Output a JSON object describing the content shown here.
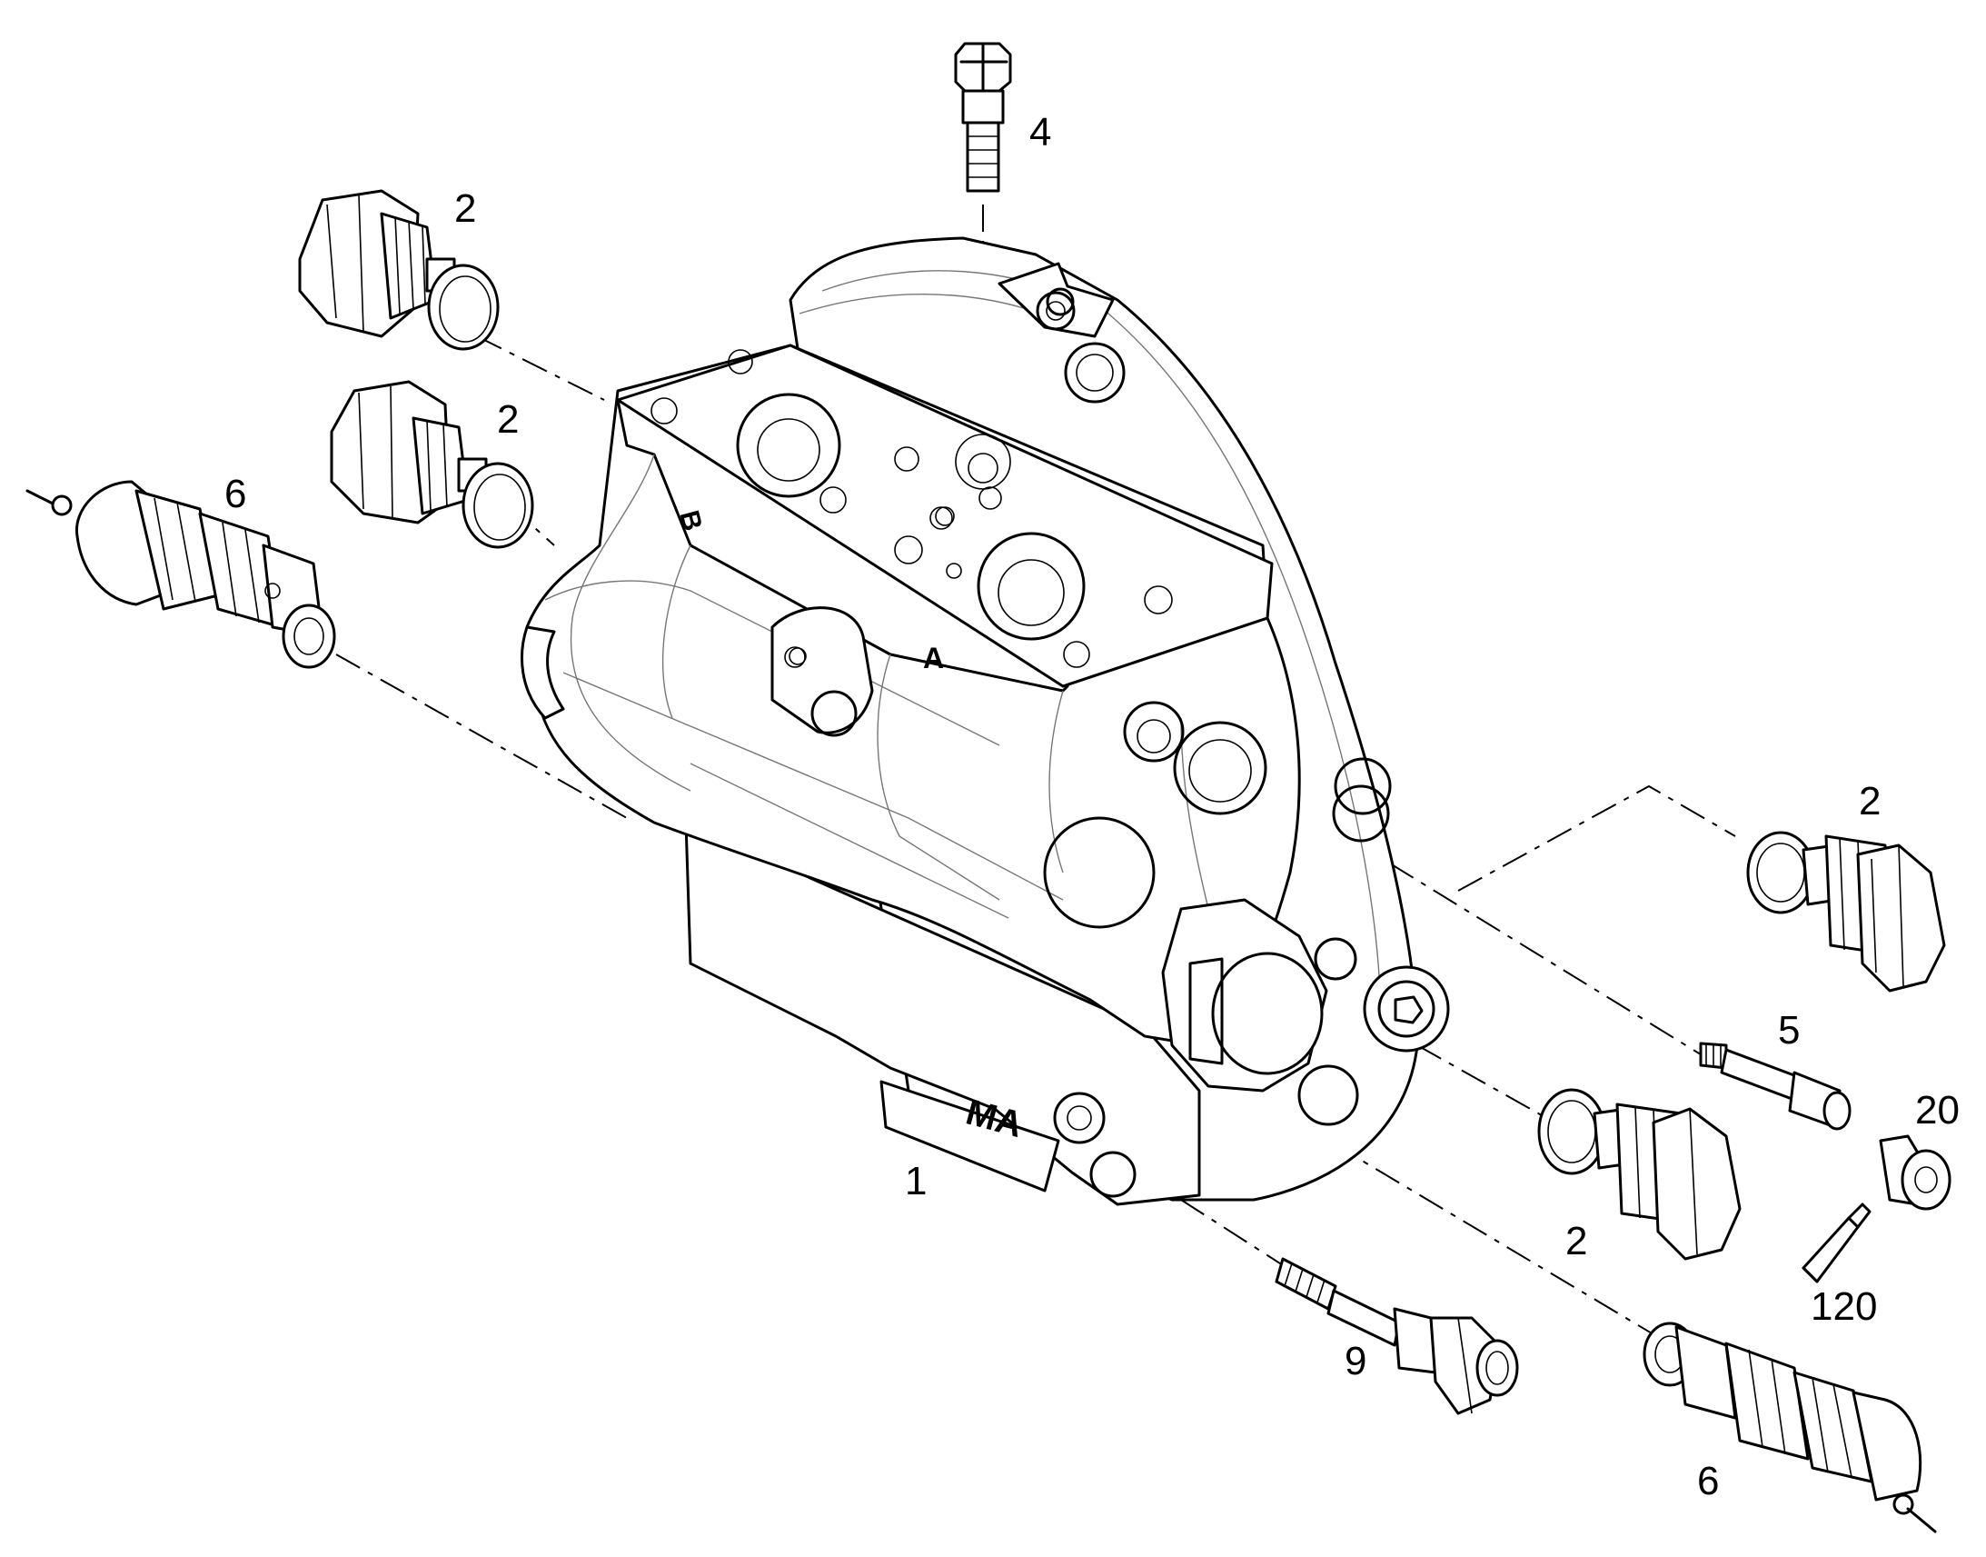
{
  "diagram": {
    "labels": [
      {
        "id": "label-2-top-left",
        "text": "2"
      },
      {
        "id": "label-2-mid-left",
        "text": "2"
      },
      {
        "id": "label-4",
        "text": "4"
      },
      {
        "id": "label-6-left",
        "text": "6"
      },
      {
        "id": "label-2-right",
        "text": "2"
      },
      {
        "id": "label-5",
        "text": "5"
      },
      {
        "id": "label-20",
        "text": "20"
      },
      {
        "id": "label-1",
        "text": "1"
      },
      {
        "id": "label-2-lower",
        "text": "2"
      },
      {
        "id": "label-120",
        "text": "120"
      },
      {
        "id": "label-9",
        "text": "9"
      },
      {
        "id": "label-6-right",
        "text": "6"
      }
    ],
    "housing_marks": {
      "port_b": "B",
      "port_a": "A",
      "port_ma": "MA"
    }
  }
}
